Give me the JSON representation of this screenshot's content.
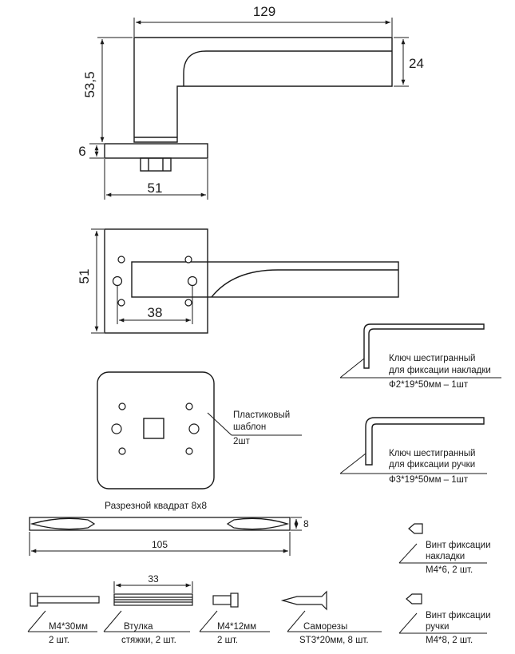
{
  "colors": {
    "line": "#1a1a1a",
    "fill": "#ffffff"
  },
  "dimensions": {
    "handle_length": "129",
    "handle_height": "53,5",
    "lever_thickness": "24",
    "rose_thickness": "6",
    "rose_width": "51",
    "rose_side": "51",
    "hole_spacing": "38",
    "spindle_size": "8",
    "spindle_length": "105",
    "sleeve_length": "33"
  },
  "parts": {
    "hex_key_1": {
      "line1": "Ключ шестигранный",
      "line2": "для фиксации накладки",
      "spec": "Ф2*19*50мм – 1шт"
    },
    "hex_key_2": {
      "line1": "Ключ шестигранный",
      "line2": "для фиксации ручки",
      "spec": "Ф3*19*50мм – 1шт"
    },
    "template": {
      "line1": "Пластиковый",
      "line2": "шаблон",
      "qty": "2шт"
    },
    "spindle": {
      "title": "Разрезной квадрат 8х8"
    },
    "screw_rose": {
      "line1": "Винт фиксации",
      "line2": "накладки",
      "spec": "М4*6, 2 шт."
    },
    "screw_handle": {
      "line1": "Винт фиксации",
      "line2": "ручки",
      "spec": "М4*8, 2 шт."
    },
    "bolt_30": {
      "name": "М4*30мм",
      "qty": "2 шт."
    },
    "sleeve": {
      "name": "Втулка",
      "qty": "стяжки, 2 шт."
    },
    "bolt_12": {
      "name": "М4*12мм",
      "qty": "2 шт."
    },
    "wood_screws": {
      "name": "Саморезы",
      "spec": "ST3*20мм, 8 шт."
    }
  }
}
